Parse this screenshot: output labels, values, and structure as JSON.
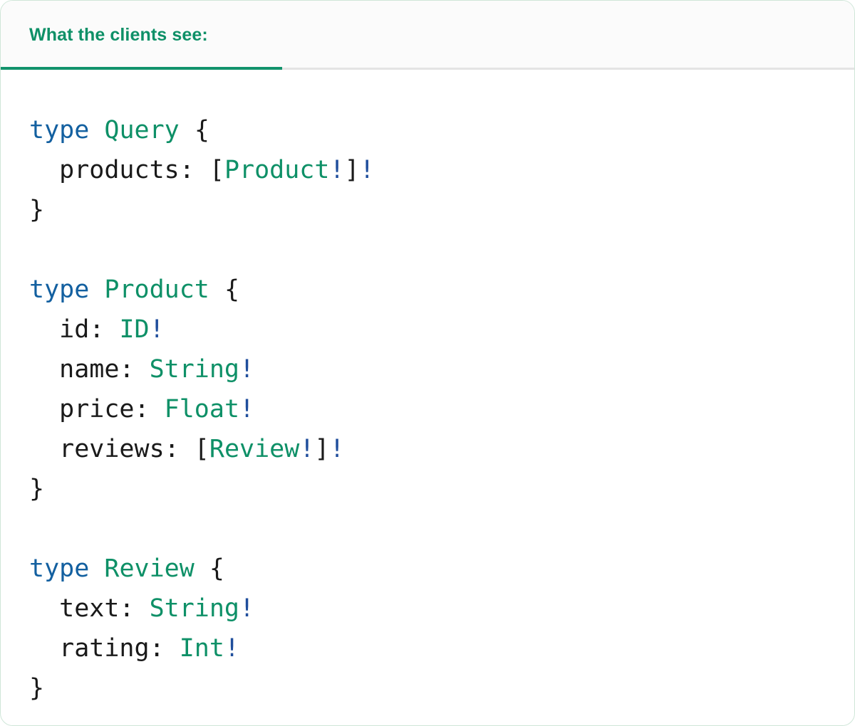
{
  "card": {
    "border_color": "#cfe6d8",
    "background": "#ffffff"
  },
  "header": {
    "tab_label": "What the clients see:",
    "tab_active": true,
    "text_color": "#0e9067",
    "underline_color": "#12936c",
    "rule_color": "#e4e4e4",
    "background": "#fbfbfb"
  },
  "code": {
    "language": "graphql",
    "colors": {
      "keyword": "#1360a0",
      "type_name": "#0e9067",
      "field_name": "#1a1a1a",
      "punctuation": "#1a1a1a",
      "non_null": "#1f4e9c"
    },
    "lines": [
      [
        {
          "t": "type",
          "c": "kw"
        },
        {
          "t": " ",
          "c": "punct"
        },
        {
          "t": "Query",
          "c": "type"
        },
        {
          "t": " ",
          "c": "punct"
        },
        {
          "t": "{",
          "c": "punct"
        }
      ],
      [
        {
          "t": "  products: ",
          "c": "field"
        },
        {
          "t": "[",
          "c": "punct"
        },
        {
          "t": "Product",
          "c": "type"
        },
        {
          "t": "!",
          "c": "bang"
        },
        {
          "t": "]",
          "c": "punct"
        },
        {
          "t": "!",
          "c": "bang"
        }
      ],
      [
        {
          "t": "}",
          "c": "punct"
        }
      ],
      [],
      [
        {
          "t": "type",
          "c": "kw"
        },
        {
          "t": " ",
          "c": "punct"
        },
        {
          "t": "Product",
          "c": "type"
        },
        {
          "t": " ",
          "c": "punct"
        },
        {
          "t": "{",
          "c": "punct"
        }
      ],
      [
        {
          "t": "  id: ",
          "c": "field"
        },
        {
          "t": "ID",
          "c": "type"
        },
        {
          "t": "!",
          "c": "bang"
        }
      ],
      [
        {
          "t": "  name: ",
          "c": "field"
        },
        {
          "t": "String",
          "c": "type"
        },
        {
          "t": "!",
          "c": "bang"
        }
      ],
      [
        {
          "t": "  price: ",
          "c": "field"
        },
        {
          "t": "Float",
          "c": "type"
        },
        {
          "t": "!",
          "c": "bang"
        }
      ],
      [
        {
          "t": "  reviews: ",
          "c": "field"
        },
        {
          "t": "[",
          "c": "punct"
        },
        {
          "t": "Review",
          "c": "type"
        },
        {
          "t": "!",
          "c": "bang"
        },
        {
          "t": "]",
          "c": "punct"
        },
        {
          "t": "!",
          "c": "bang"
        }
      ],
      [
        {
          "t": "}",
          "c": "punct"
        }
      ],
      [],
      [
        {
          "t": "type",
          "c": "kw"
        },
        {
          "t": " ",
          "c": "punct"
        },
        {
          "t": "Review",
          "c": "type"
        },
        {
          "t": " ",
          "c": "punct"
        },
        {
          "t": "{",
          "c": "punct"
        }
      ],
      [
        {
          "t": "  text: ",
          "c": "field"
        },
        {
          "t": "String",
          "c": "type"
        },
        {
          "t": "!",
          "c": "bang"
        }
      ],
      [
        {
          "t": "  rating: ",
          "c": "field"
        },
        {
          "t": "Int",
          "c": "type"
        },
        {
          "t": "!",
          "c": "bang"
        }
      ],
      [
        {
          "t": "}",
          "c": "punct"
        }
      ]
    ]
  }
}
